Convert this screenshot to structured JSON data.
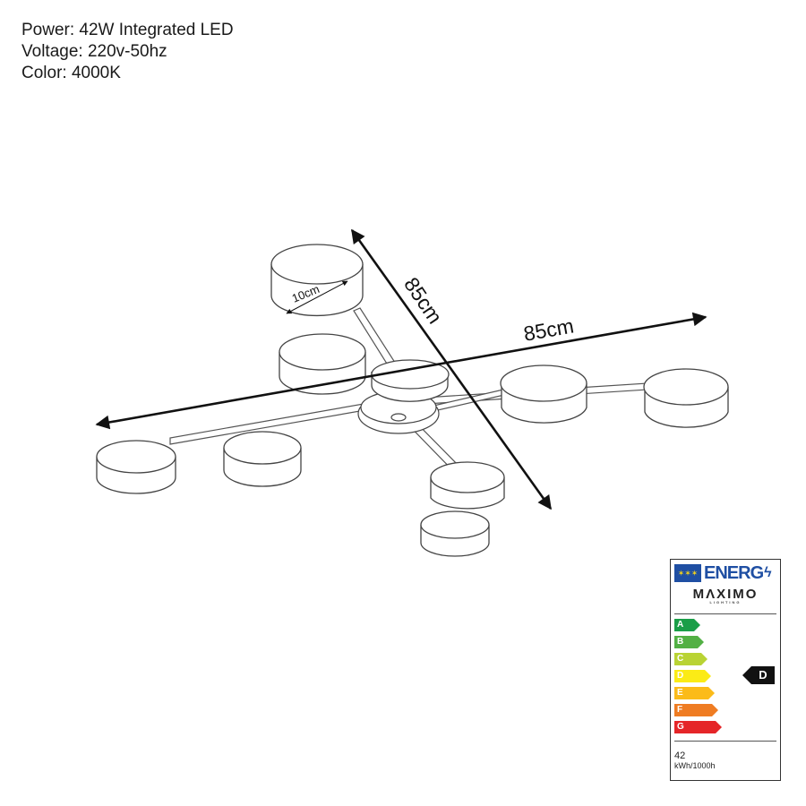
{
  "specs": {
    "power": "Power: 42W Integrated LED",
    "voltage": "Voltage: 220v-50hz",
    "color": "Color: 4000K"
  },
  "dimensions": {
    "shade_diameter": "10cm",
    "depth": "85cm",
    "width": "85cm"
  },
  "energy_label": {
    "header": "ENERG",
    "brand": "MΛXIMO",
    "brand_sub": "LIGHTING",
    "classes": [
      {
        "letter": "A",
        "color": "#1a9e48"
      },
      {
        "letter": "B",
        "color": "#52b044"
      },
      {
        "letter": "C",
        "color": "#b9d334"
      },
      {
        "letter": "D",
        "color": "#fbeb16"
      },
      {
        "letter": "E",
        "color": "#fbbb19"
      },
      {
        "letter": "F",
        "color": "#ef7c22"
      },
      {
        "letter": "G",
        "color": "#e52528"
      }
    ],
    "rating": "D",
    "consumption": "42",
    "consumption_unit": "kWh/1000h"
  }
}
